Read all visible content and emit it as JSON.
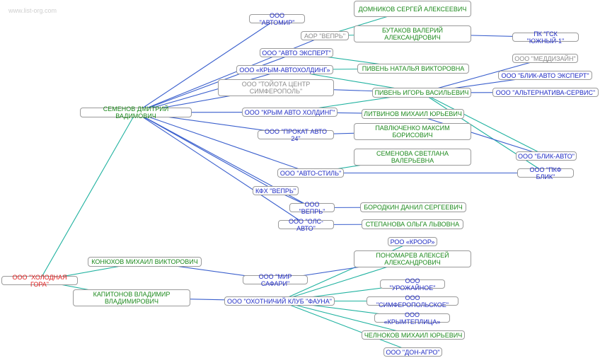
{
  "watermark": "www.list-org.com",
  "colors": {
    "org": "#1f2bc4",
    "person": "#1e8a1e",
    "inactive": "#8c8c8c",
    "root": "#e01b1b",
    "edge_blue": "#3a5fcd",
    "edge_teal": "#20b2a0"
  },
  "nodes": {
    "n0": {
      "label": "ООО \"ХОЛОДНАЯ ГОРА\"",
      "kind": "root"
    },
    "n1": {
      "label": "СЕМЕНОВ ДМИТРИЙ ВАДИМОВИЧ",
      "kind": "person"
    },
    "n2": {
      "label": "КОНЮХОВ МИХАИЛ ВИКТОРОВИЧ",
      "kind": "person"
    },
    "n3": {
      "label": "КАПИТОНОВ ВЛАДИМИР\nВЛАДИМИРОВИЧ",
      "kind": "person"
    },
    "n4": {
      "label": "ООО \"АВТОМИР\"",
      "kind": "org"
    },
    "n5": {
      "label": "ДОМНИКОВ СЕРГЕЙ АЛЕКСЕЕВИЧ",
      "kind": "person"
    },
    "n6": {
      "label": "АОР \"ВЕПРЬ\"",
      "kind": "inactive"
    },
    "n7": {
      "label": "БУТАКОВ ВАЛЕРИЙ\nАЛЕКСАНДРОВИЧ",
      "kind": "person"
    },
    "n8": {
      "label": "ПК \"ГСК \"ЮЖНЫЙ-1\"",
      "kind": "org"
    },
    "n9": {
      "label": "ООО \"АВТО ЭКСПЕРТ\"",
      "kind": "org"
    },
    "n10": {
      "label": "ООО «КРЫМ-АВТОХОЛДИНГ»",
      "kind": "org"
    },
    "n11": {
      "label": "ПИВЕНЬ НАТАЛЬЯ ВИКТОРОВНА",
      "kind": "person"
    },
    "n12": {
      "label": "ООО \"МЕДДИЗАЙН\"",
      "kind": "inactive"
    },
    "n13": {
      "label": "ООО \"ТОЙОТА ЦЕНТР\nСИМФЕРОПОЛЬ\"",
      "kind": "inactive"
    },
    "n14": {
      "label": "ООО \"БЛИК-АВТО ЭКСПЕРТ\"",
      "kind": "org"
    },
    "n15": {
      "label": "ПИВЕНЬ ИГОРЬ ВАСИЛЬЕВИЧ",
      "kind": "person"
    },
    "n16": {
      "label": "ООО \"АЛЬТЕРНАТИВА-СЕРВИС\"",
      "kind": "org"
    },
    "n17": {
      "label": "ООО \"КРЫМ АВТО ХОЛДИНГ\"",
      "kind": "org"
    },
    "n18": {
      "label": "ЛИТВИНОВ МИХАИЛ ЮРЬЕВИЧ",
      "kind": "person"
    },
    "n19": {
      "label": "ООО \"ПРОКАТ АВТО 24\"",
      "kind": "org"
    },
    "n20": {
      "label": "ПАВЛЮЧЕНКО МАКСИМ\nБОРИСОВИЧ",
      "kind": "person"
    },
    "n21": {
      "label": "СЕМЕНОВА СВЕТЛАНА\nВАЛЕРЬЕВНА",
      "kind": "person"
    },
    "n22": {
      "label": "ООО \"БЛИК-АВТО\"",
      "kind": "org"
    },
    "n23": {
      "label": "ООО \"АВТО-СТИЛЬ\"",
      "kind": "org"
    },
    "n24": {
      "label": "ООО \"ПКФ БЛИК\"",
      "kind": "org"
    },
    "n25": {
      "label": "КФХ \"ВЕПРЬ\"",
      "kind": "org"
    },
    "n26": {
      "label": "ООО \"ВЕПРЬ\"",
      "kind": "org"
    },
    "n27": {
      "label": "БОРОДКИН ДАНИЛ СЕРГЕЕВИЧ",
      "kind": "person"
    },
    "n28": {
      "label": "ООО \"ОЛС-АВТО\"",
      "kind": "org"
    },
    "n29": {
      "label": "СТЕПАНОВА ОЛЬГА ЛЬВОВНА",
      "kind": "person"
    },
    "n30": {
      "label": "РОО «КРООР»",
      "kind": "org"
    },
    "n31": {
      "label": "ПОНОМАРЕВ АЛЕКСЕЙ\nАЛЕКСАНДРОВИЧ",
      "kind": "person"
    },
    "n32": {
      "label": "ООО \"МИР САФАРИ\"",
      "kind": "org"
    },
    "n33": {
      "label": "ООО \"УРОЖАЙНОЕ\"",
      "kind": "org"
    },
    "n34": {
      "label": "ООО \"ОХОТНИЧИЙ КЛУБ \"ФАУНА\"",
      "kind": "org"
    },
    "n35": {
      "label": "ООО \"СИМФЕРОПОЛЬСКОЕ\"",
      "kind": "org"
    },
    "n36": {
      "label": "ООО «КРЫМТЕПЛИЦА»",
      "kind": "org"
    },
    "n37": {
      "label": "ЧЕЛНОКОВ МИХАИЛ ЮРЬЕВИЧ",
      "kind": "person"
    },
    "n38": {
      "label": "ООО \"ДОН-АГРО\"",
      "kind": "org"
    }
  },
  "edges": [
    [
      "n0",
      "n1",
      "teal"
    ],
    [
      "n0",
      "n2",
      "teal"
    ],
    [
      "n0",
      "n3",
      "teal"
    ],
    [
      "n1",
      "n4",
      "blue"
    ],
    [
      "n1",
      "n6",
      "blue"
    ],
    [
      "n1",
      "n9",
      "blue"
    ],
    [
      "n1",
      "n10",
      "blue"
    ],
    [
      "n1",
      "n13",
      "blue"
    ],
    [
      "n1",
      "n17",
      "blue"
    ],
    [
      "n1",
      "n19",
      "blue"
    ],
    [
      "n1",
      "n23",
      "blue"
    ],
    [
      "n1",
      "n25",
      "blue"
    ],
    [
      "n1",
      "n26",
      "blue"
    ],
    [
      "n1",
      "n28",
      "blue"
    ],
    [
      "n6",
      "n5",
      "teal"
    ],
    [
      "n6",
      "n7",
      "teal"
    ],
    [
      "n7",
      "n8",
      "blue"
    ],
    [
      "n9",
      "n11",
      "teal"
    ],
    [
      "n10",
      "n11",
      "teal"
    ],
    [
      "n10",
      "n15",
      "teal"
    ],
    [
      "n13",
      "n15",
      "blue"
    ],
    [
      "n15",
      "n12",
      "blue"
    ],
    [
      "n15",
      "n14",
      "blue"
    ],
    [
      "n15",
      "n16",
      "blue"
    ],
    [
      "n15",
      "n22",
      "teal"
    ],
    [
      "n15",
      "n24",
      "teal"
    ],
    [
      "n17",
      "n15",
      "teal"
    ],
    [
      "n17",
      "n18",
      "blue"
    ],
    [
      "n18",
      "n22",
      "blue"
    ],
    [
      "n19",
      "n20",
      "blue"
    ],
    [
      "n23",
      "n21",
      "teal"
    ],
    [
      "n23",
      "n24",
      "blue"
    ],
    [
      "n25",
      "n26",
      "blue"
    ],
    [
      "n26",
      "n27",
      "blue"
    ],
    [
      "n28",
      "n29",
      "blue"
    ],
    [
      "n2",
      "n32",
      "blue"
    ],
    [
      "n3",
      "n34",
      "blue"
    ],
    [
      "n34",
      "n30",
      "teal"
    ],
    [
      "n34",
      "n31",
      "teal"
    ],
    [
      "n32",
      "n31",
      "blue"
    ],
    [
      "n34",
      "n33",
      "teal"
    ],
    [
      "n34",
      "n35",
      "teal"
    ],
    [
      "n34",
      "n36",
      "teal"
    ],
    [
      "n34",
      "n37",
      "teal"
    ],
    [
      "n34",
      "n38",
      "teal"
    ]
  ]
}
